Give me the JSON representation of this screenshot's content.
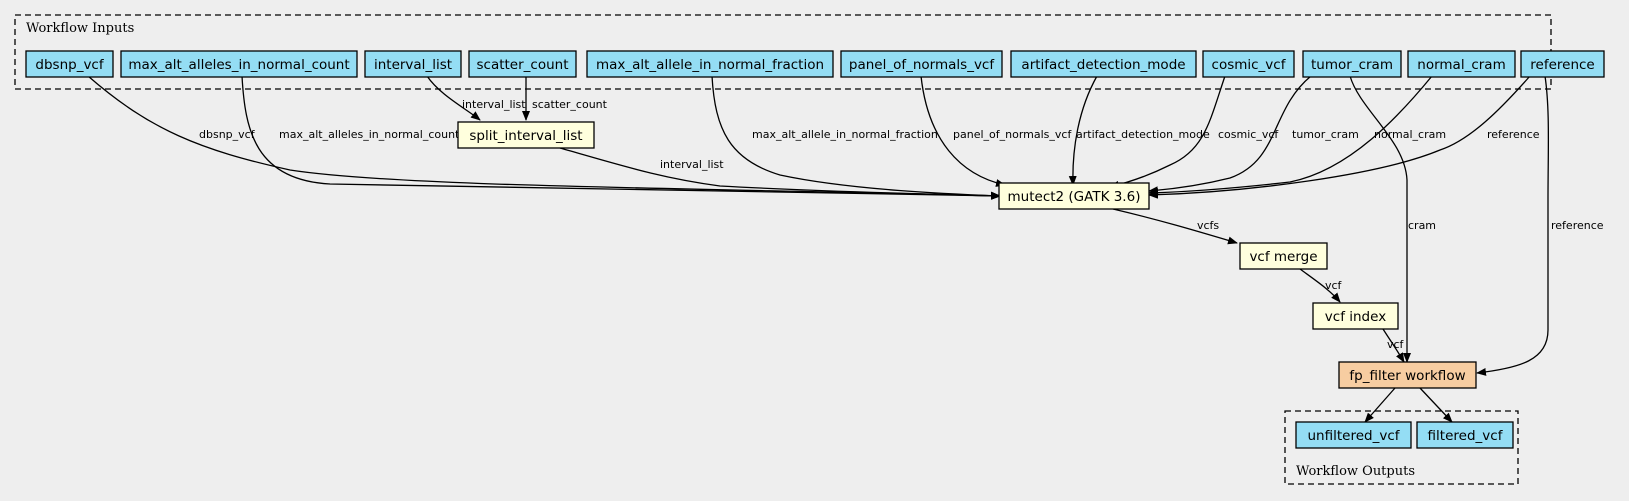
{
  "clusters": {
    "inputs_label": "Workflow Inputs",
    "outputs_label": "Workflow Outputs"
  },
  "inputs": {
    "dbsnp_vcf": "dbsnp_vcf",
    "max_alt_alleles_in_normal_count": "max_alt_alleles_in_normal_count",
    "interval_list": "interval_list",
    "scatter_count": "scatter_count",
    "max_alt_allele_in_normal_fraction": "max_alt_allele_in_normal_fraction",
    "panel_of_normals_vcf": "panel_of_normals_vcf",
    "artifact_detection_mode": "artifact_detection_mode",
    "cosmic_vcf": "cosmic_vcf",
    "tumor_cram": "tumor_cram",
    "normal_cram": "normal_cram",
    "reference": "reference"
  },
  "steps": {
    "split_interval_list": "split_interval_list",
    "mutect2": "mutect2 (GATK 3.6)",
    "vcf_merge": "vcf merge",
    "vcf_index": "vcf index",
    "fp_filter": "fp_filter workflow"
  },
  "outputs": {
    "unfiltered_vcf": "unfiltered_vcf",
    "filtered_vcf": "filtered_vcf"
  },
  "edges": {
    "interval_list_to_split": "interval_list",
    "scatter_count_to_split": "scatter_count",
    "dbsnp_vcf_to_mutect": "dbsnp_vcf",
    "max_count_to_mutect": "max_alt_alleles_in_normal_count",
    "split_to_mutect": "interval_list",
    "max_fraction_to_mutect": "max_alt_allele_in_normal_fraction",
    "pon_to_mutect": "panel_of_normals_vcf",
    "artifact_to_mutect": "artifact_detection_mode",
    "cosmic_to_mutect": "cosmic_vcf",
    "tumor_to_mutect": "tumor_cram",
    "normal_to_mutect": "normal_cram",
    "reference_to_mutect": "reference",
    "mutect_to_merge": "vcfs",
    "merge_to_index": "vcf",
    "index_to_filter": "vcf",
    "tumor_to_filter": "cram",
    "reference_to_filter": "reference"
  },
  "colors": {
    "background": "#eeeeee",
    "input_output_fill": "#94ddf4",
    "step_fill": "#ffffdd",
    "subworkflow_fill": "#f7cda1",
    "stroke": "#000000"
  }
}
